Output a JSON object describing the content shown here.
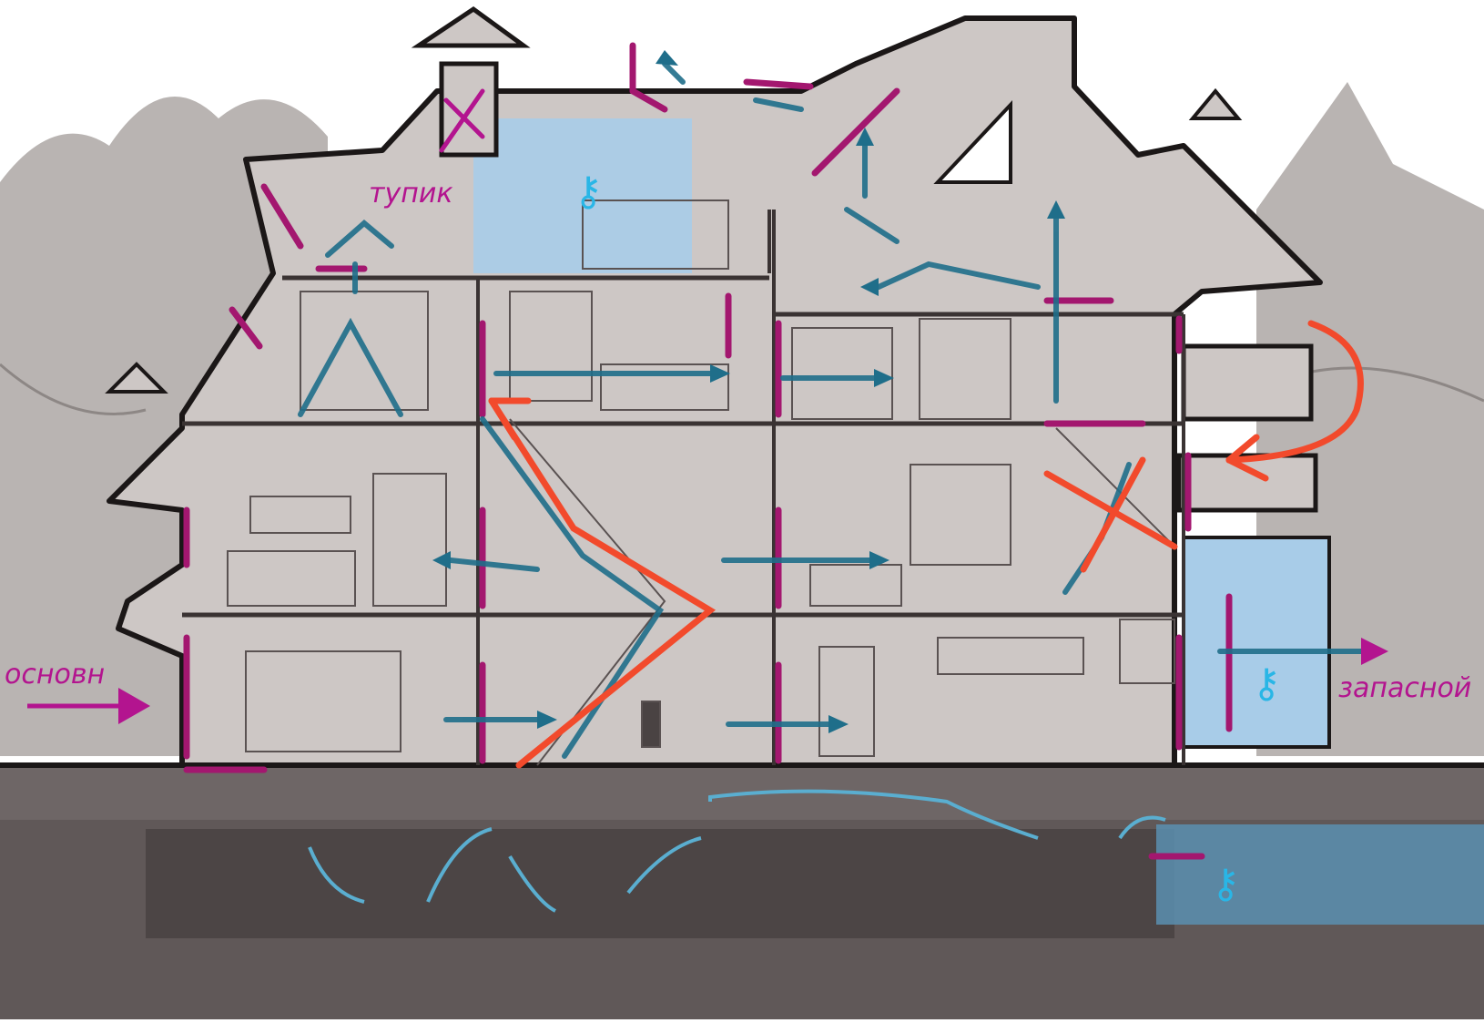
{
  "colors": {
    "sky": "#ffffff",
    "trees": "#b9b4b2",
    "house_fill": "#cdc7c5",
    "outline": "#1b1717",
    "ground": "#605858",
    "ground_dark": "#4c4545",
    "path_arrow": "#1f6e8a",
    "door_mark": "#a3176f",
    "red_route": "#f24a2c",
    "water": "#5b8fb0",
    "highlight_room": "#a8cce8",
    "key": "#29b6e6"
  },
  "labels": {
    "dead_end": "тупик",
    "main_entrance": "основн",
    "emergency_exit": "запасной"
  },
  "icons": {
    "key_attic": "key-icon",
    "key_porch": "key-icon",
    "key_basement": "key-icon",
    "dead_end_cross": "cross-icon",
    "blocked_cross": "cross-icon"
  },
  "key_glyph": "⚷"
}
